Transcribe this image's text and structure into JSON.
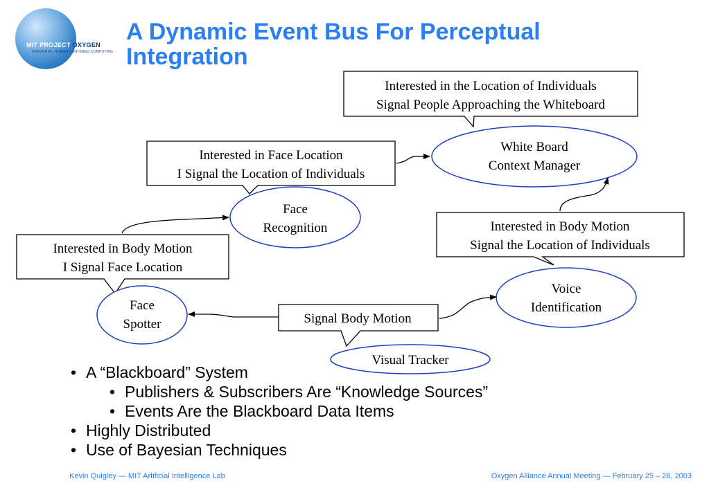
{
  "logo": {
    "brand": "MIT PROJECT",
    "name": "OXYGEN",
    "tagline": "PERVASIVE, HUMAN-CENTERED COMPUTING"
  },
  "title": "A Dynamic Event Bus  For Perceptual Integration",
  "diagram": {
    "boxes": {
      "whiteboard_callout": [
        "Interested in the Location of Individuals",
        "Signal People Approaching the Whiteboard"
      ],
      "face_location": [
        "Interested in Face Location",
        "I Signal the Location of Individuals"
      ],
      "body_motion_right": [
        "Interested in Body Motion",
        "Signal the Location of Individuals"
      ],
      "body_motion_left": [
        "Interested in Body Motion",
        "I Signal Face Location"
      ],
      "signal_body_motion": [
        "Signal Body Motion"
      ]
    },
    "nodes": {
      "white_board": [
        "White Board",
        "Context Manager"
      ],
      "face_recognition": [
        "Face",
        "Recognition"
      ],
      "voice_identification": [
        "Voice",
        "Identification"
      ],
      "face_spotter": [
        "Face",
        "Spotter"
      ],
      "visual_tracker": [
        "Visual Tracker"
      ]
    },
    "colors": {
      "node_border": "#1f3fbf",
      "box_border": "#000000",
      "arrow": "#000000"
    }
  },
  "bullets": [
    {
      "text": "A “Blackboard” System",
      "level": 1
    },
    {
      "text": "Publishers & Subscribers Are “Knowledge Sources”",
      "level": 2
    },
    {
      "text": "Events Are the Blackboard Data Items",
      "level": 2
    },
    {
      "text": "Highly Distributed",
      "level": 1
    },
    {
      "text": "Use of Bayesian Techniques",
      "level": 1
    }
  ],
  "footer": {
    "left": "Kevin Quigley  — MIT Artificial Intelligence Lab",
    "right": "Oxygen Alliance Annual Meeting — February 25 – 28, 2003"
  },
  "colors": {
    "title": "#2b7ff0",
    "footer": "#2b7ff0"
  }
}
